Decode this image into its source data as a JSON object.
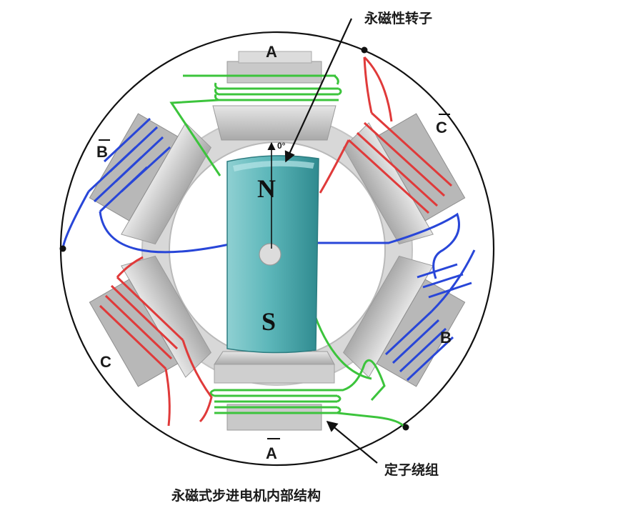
{
  "labels": {
    "rotor_callout": "永磁性转子",
    "stator_callout": "定子绕组",
    "caption": "永磁式步进电机内部结构",
    "angle": "0°",
    "pole_north": "N",
    "pole_south": "S",
    "phase_a": "A",
    "phase_a_bar": "A",
    "phase_b": "B",
    "phase_b_bar": "B",
    "phase_c": "C",
    "phase_c_bar": "C"
  },
  "colors": {
    "phase_a": "#3cc43c",
    "phase_b": "#2846d8",
    "phase_c": "#e03a3a",
    "rotor": "#52b0b4",
    "stator": "#bdbdbd"
  },
  "icons": {
    "rotor": "permanent-magnet-rotor",
    "stator": "stator-pole-shoes",
    "windings": "coil-windings"
  }
}
